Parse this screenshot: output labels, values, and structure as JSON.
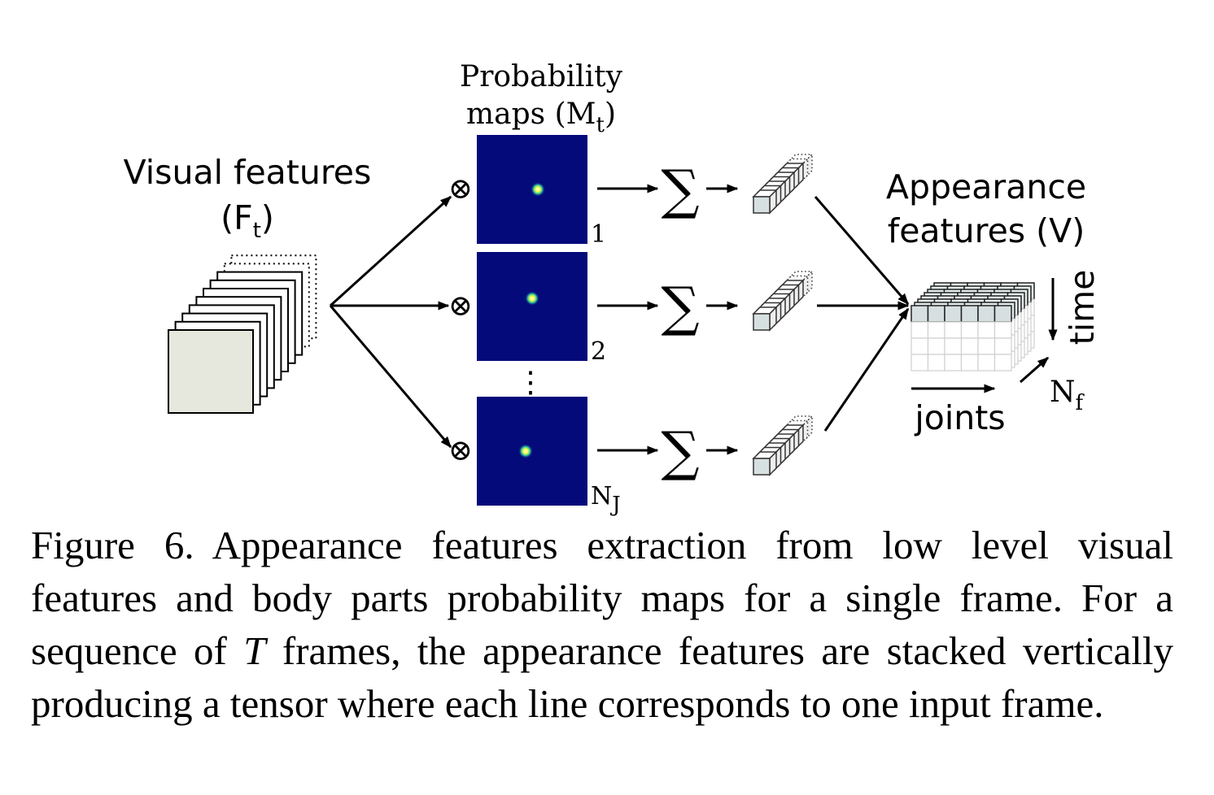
{
  "labels": {
    "visual_features": "Visual features",
    "visual_features_symbol": "(F",
    "visual_features_sub": "t",
    "visual_features_close": ")",
    "prob_maps_line1": "Probability",
    "prob_maps_line2": "maps (M",
    "prob_maps_sub": "t",
    "prob_maps_close": ")",
    "appearance_line1": "Appearance",
    "appearance_line2": "features (V)",
    "time": "time",
    "joints": "joints",
    "nf": "N",
    "nf_sub": "f"
  },
  "maps": [
    {
      "index": "1",
      "index_sub": ""
    },
    {
      "index": "2",
      "index_sub": ""
    },
    {
      "index": "N",
      "index_sub": "J"
    }
  ],
  "symbols": {
    "product": "⊗",
    "sum": "∑",
    "vdots": "⋮"
  },
  "colors": {
    "map_background": "#050a7a",
    "feature_face": "#e6e7dd",
    "cube_face": "#d7e0e0"
  },
  "caption": {
    "label": "Figure 6.",
    "text_before": "Appearance features extraction from low level visual features and body parts probability maps for a single frame. For a sequence of ",
    "math_T": "T",
    "text_after": " frames, the appearance features are stacked vertically producing a tensor where each line corresponds to one input frame."
  }
}
